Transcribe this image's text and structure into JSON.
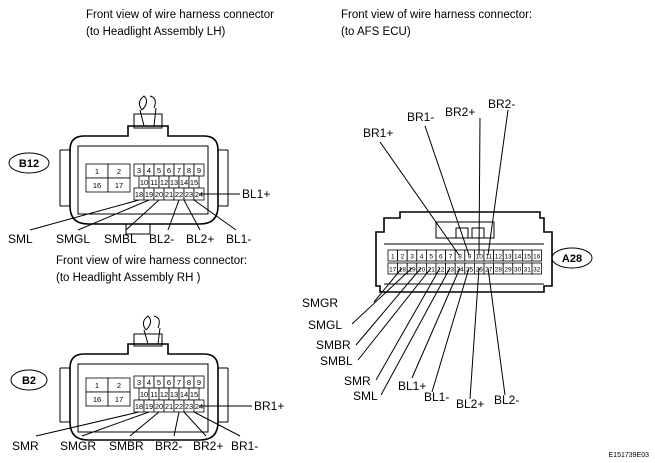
{
  "captions": {
    "b12_line1": "Front view of wire harness connector",
    "b12_line2": "(to Headlight Assembly LH)",
    "afs_line1": "Front view of wire harness connector:",
    "afs_line2": "(to AFS ECU)",
    "b2_line1": "Front view of wire harness connector:",
    "b2_line2": "(to Headlight Assembly RH )"
  },
  "connectors": {
    "b12": {
      "tag": "B12",
      "large_pins": [
        "1",
        "2",
        "16",
        "17"
      ],
      "row1": [
        "3",
        "4",
        "5",
        "6",
        "7",
        "8",
        "9"
      ],
      "row2": [
        "10",
        "11",
        "12",
        "13",
        "14",
        "15"
      ],
      "row3": [
        "18",
        "19",
        "20",
        "21",
        "22",
        "23",
        "24"
      ],
      "side_label": "BL1+",
      "bottom_labels": [
        "SML",
        "SMGL",
        "SMBL",
        "BL2-",
        "BL2+",
        "BL1-"
      ]
    },
    "b2": {
      "tag": "B2",
      "large_pins": [
        "1",
        "2",
        "16",
        "17"
      ],
      "row1": [
        "3",
        "4",
        "5",
        "6",
        "7",
        "8",
        "9"
      ],
      "row2": [
        "10",
        "11",
        "12",
        "13",
        "14",
        "15"
      ],
      "row3": [
        "18",
        "19",
        "20",
        "21",
        "22",
        "23",
        "24"
      ],
      "side_label": "BR1+",
      "bottom_labels": [
        "SMR",
        "SMGR",
        "SMBR",
        "BR2-",
        "BR2+",
        "BR1-"
      ]
    },
    "a28": {
      "tag": "A28",
      "row1": [
        "1",
        "2",
        "3",
        "4",
        "5",
        "6",
        "7",
        "8",
        "9",
        "10",
        "11",
        "12",
        "13",
        "14",
        "15",
        "16"
      ],
      "row2": [
        "17",
        "18",
        "19",
        "20",
        "21",
        "22",
        "23",
        "24",
        "25",
        "26",
        "27",
        "28",
        "29",
        "30",
        "31",
        "32"
      ],
      "top_labels": [
        "BR1+",
        "BR1-",
        "BR2+",
        "BR2-"
      ],
      "left_labels": [
        "SMGR",
        "SMGL",
        "SMBR",
        "SMBL",
        "SMR",
        "SML"
      ],
      "bottom_labels": [
        "BL1+",
        "BL1-",
        "BL2+",
        "BL2-"
      ]
    }
  },
  "figure_id": "E151739E03"
}
